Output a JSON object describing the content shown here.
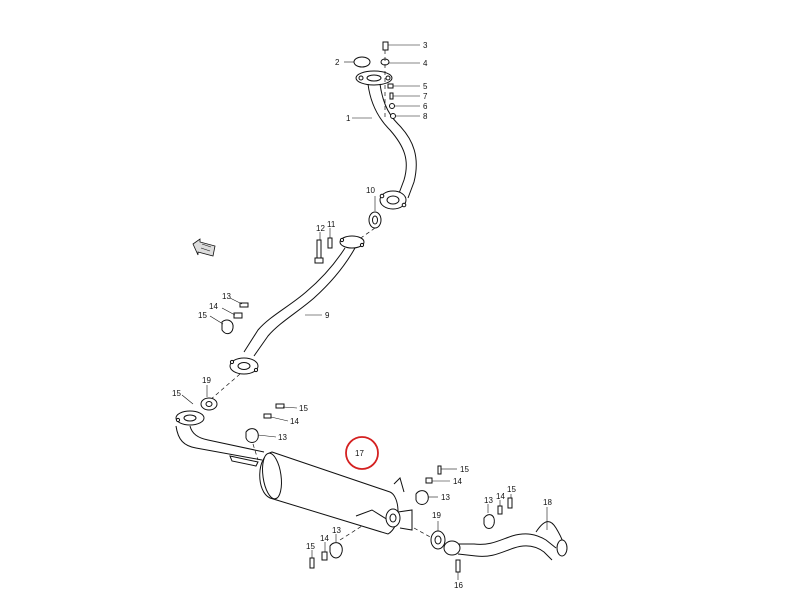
{
  "callouts": {
    "c1": "1",
    "c2": "2",
    "c3": "3",
    "c4": "4",
    "c5": "5",
    "c6": "6",
    "c7": "7",
    "c8": "8",
    "c9": "9",
    "c10": "10",
    "c11": "11",
    "c12": "12",
    "c13a": "13",
    "c14a": "14",
    "c15a": "15",
    "c15b": "15",
    "c19a": "19",
    "c15c": "15",
    "c14b": "14",
    "c13b": "13",
    "c17": "17",
    "c15d": "15",
    "c14c": "14",
    "c13c": "13",
    "c19b": "19",
    "c13d": "13",
    "c14d": "14",
    "c15e": "15",
    "c18": "18",
    "c16": "16",
    "c15f": "15",
    "c14e": "14",
    "c13e": "13"
  },
  "highlight": {
    "part": "17",
    "color": "#d42020"
  }
}
